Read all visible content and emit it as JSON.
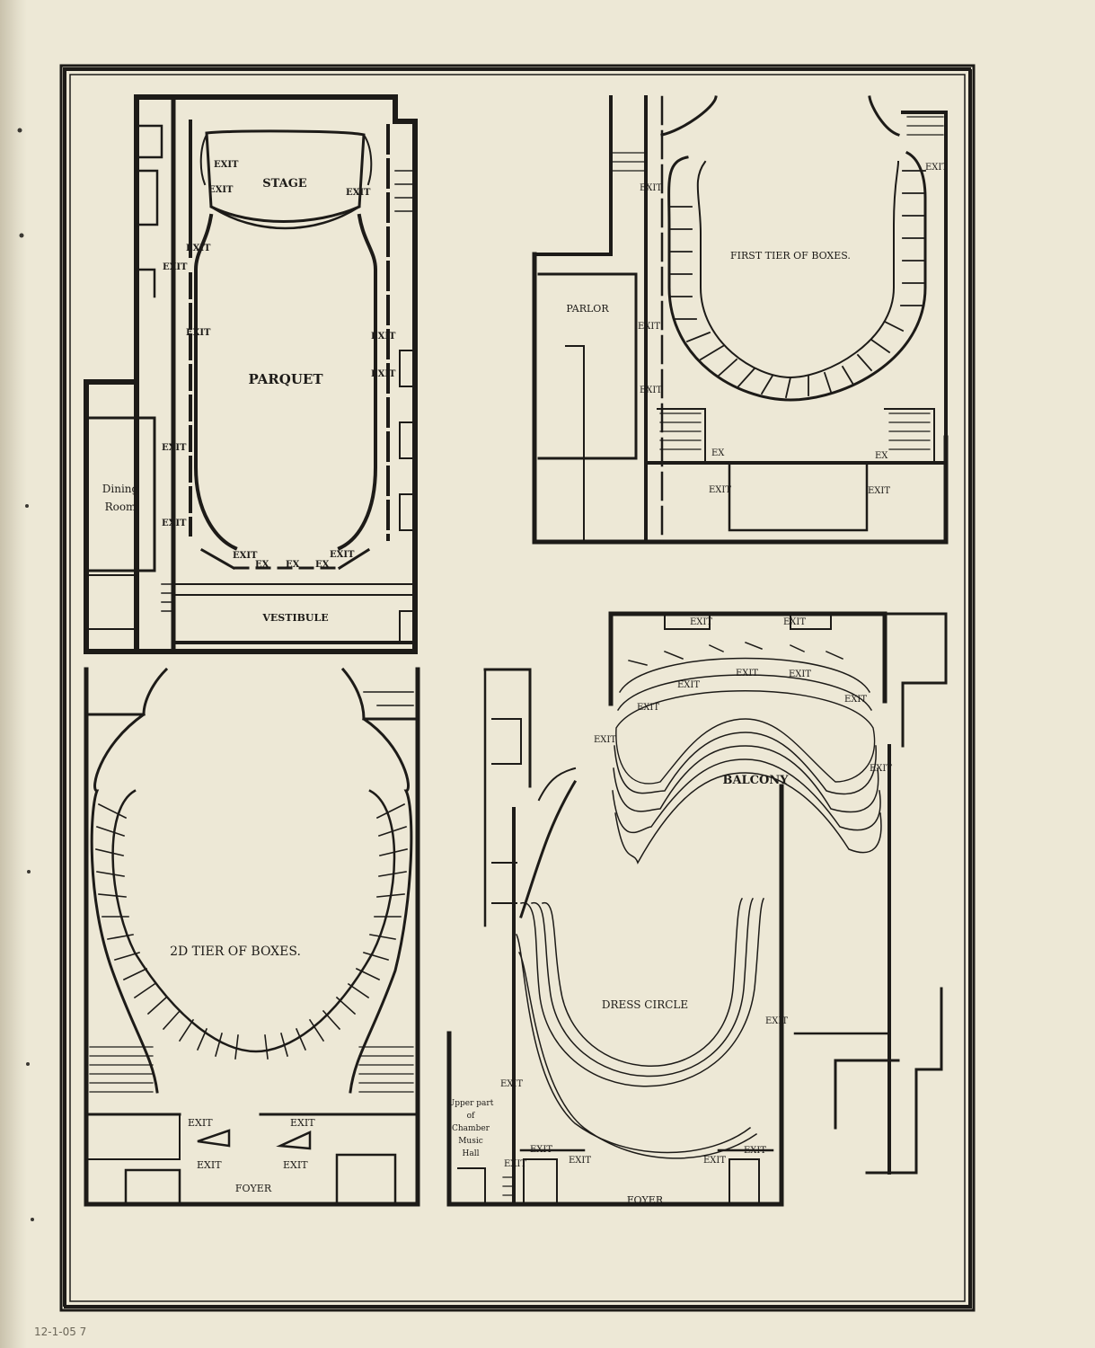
{
  "parquet_plan": {
    "stage": "STAGE",
    "parquet": "PARQUET",
    "vestibule": "VESTIBULE",
    "dining_room": [
      "Dining",
      "Room"
    ],
    "exit": "EXIT",
    "ex": "EX"
  },
  "first_tier_plan": {
    "title": "FIRST TIER OF BOXES.",
    "parlor": "PARLOR",
    "exit": "EXIT",
    "ex": "EX"
  },
  "second_tier_plan": {
    "title": "2D TIER OF BOXES.",
    "foyer": "FOYER",
    "exit": "EXIT"
  },
  "balcony_plan": {
    "balcony": "BALCONY",
    "dress_circle": "DRESS CIRCLE",
    "foyer": "FOYER",
    "chamber_hall": [
      "Upper part",
      "of",
      "Chamber",
      "Music",
      "Hall"
    ],
    "exit": "EXIT"
  },
  "handwritten_date": "12-1-05 7",
  "colors": {
    "ink": "#1d1b18",
    "paper": "#ede8d6"
  }
}
